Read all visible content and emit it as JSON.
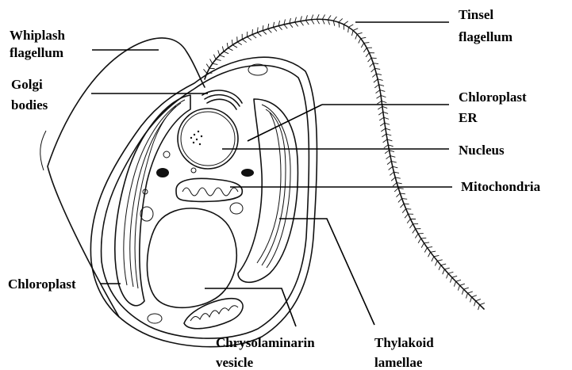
{
  "labels": {
    "whiplash": [
      "Whiplash",
      "flagellum"
    ],
    "golgi": [
      "Golgi",
      "bodies"
    ],
    "tinsel": [
      "Tinsel",
      "flagellum"
    ],
    "chloroplast_er": [
      "Chloroplast",
      "ER"
    ],
    "nucleus": "Nucleus",
    "mitochondria": "Mitochondria",
    "chloroplast": "Chloroplast",
    "chrysolaminarin": [
      "Chrysolaminarin",
      "vesicle"
    ],
    "thylakoid": [
      "Thylakoid",
      "lamellae"
    ]
  }
}
